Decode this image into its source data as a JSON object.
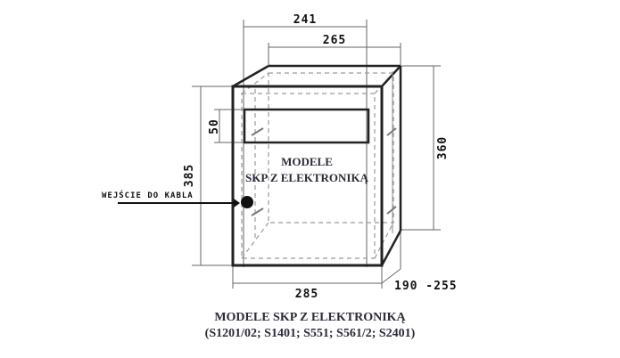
{
  "diagram": {
    "dimensions": {
      "top_inner_width": "241",
      "top_outer_width": "265",
      "right_height": "360",
      "left_height": "385",
      "slot_height": "50",
      "bottom_width": "285",
      "depth": "190 -255"
    },
    "labels": {
      "cable_entry": "WEJŚCIE DO KABLA",
      "box_line1": "MODELE",
      "box_line2": "SKP Z ELEKTRONIKĄ"
    },
    "colors": {
      "outline": "#222222",
      "dim_line": "#555555",
      "dashed": "#9a9a9a"
    }
  },
  "caption": {
    "line1": "MODELE SKP Z ELEKTRONIKĄ",
    "line2": "(S1201/02; S1401; S551; S561/2; S2401)"
  }
}
